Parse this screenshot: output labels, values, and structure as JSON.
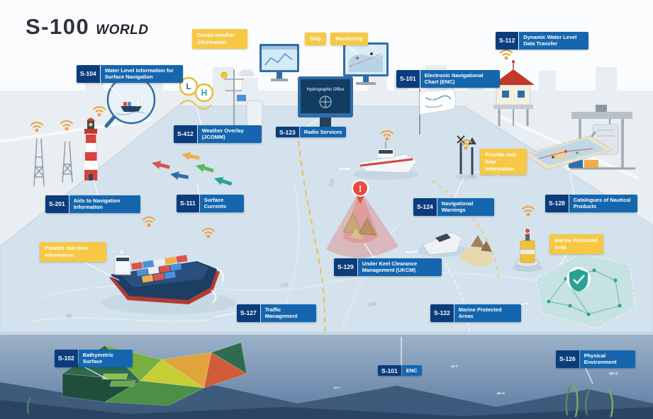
{
  "title": {
    "main": "S-100",
    "sub": "WORLD"
  },
  "labels": [
    {
      "code": "S-104",
      "text": "Water Level Information for Surface Navigation"
    },
    {
      "code": "S-112",
      "text": "Dynamic Water Level Data Transfer"
    },
    {
      "code": "S-101",
      "text": "Electronic Navigational Chart (ENC)"
    },
    {
      "code": "S-412",
      "text": "Weather Overlay (JCOMM)"
    },
    {
      "code": "S-123",
      "text": "Radio Services"
    },
    {
      "code": "S-201",
      "text": "Aids to Navigation Information"
    },
    {
      "code": "S-111",
      "text": "Surface Currents"
    },
    {
      "code": "S-124",
      "text": "Navigational Warnings"
    },
    {
      "code": "S-128",
      "text": "Catalogues of Nautical Products"
    },
    {
      "code": "S-129",
      "text": "Under Keel Clearance Management (UKCM)"
    },
    {
      "code": "S-127",
      "text": "Traffic Management"
    },
    {
      "code": "S-122",
      "text": "Marine Protected Areas"
    },
    {
      "code": "S-102",
      "text": "Bathymetric Surface"
    },
    {
      "code": "S-101",
      "text": "ENC"
    },
    {
      "code": "S-126",
      "text": "Physical Environment"
    }
  ],
  "callouts": [
    "Ocean weather information",
    "Ship",
    "Monitoring",
    "Provide real-time information",
    "Provide real-time information",
    "Marine Protected Area"
  ],
  "scene": {
    "office_sign": "Hydrographic Office",
    "letter_l": "L",
    "letter_h": "H",
    "alert_mark": "!",
    "depth_labels": [
      "150",
      "120",
      "100",
      "50"
    ]
  },
  "colors": {
    "code_bg": "#0b3d7c",
    "label_bg": "#1566ae",
    "callout_bg": "#f6c844",
    "water": "#d3e2ec",
    "deep_water": "#5d7ca2",
    "alert_red": "#e74c3c",
    "buoy_yellow": "#f0c040",
    "protected_teal": "#2aa198"
  }
}
